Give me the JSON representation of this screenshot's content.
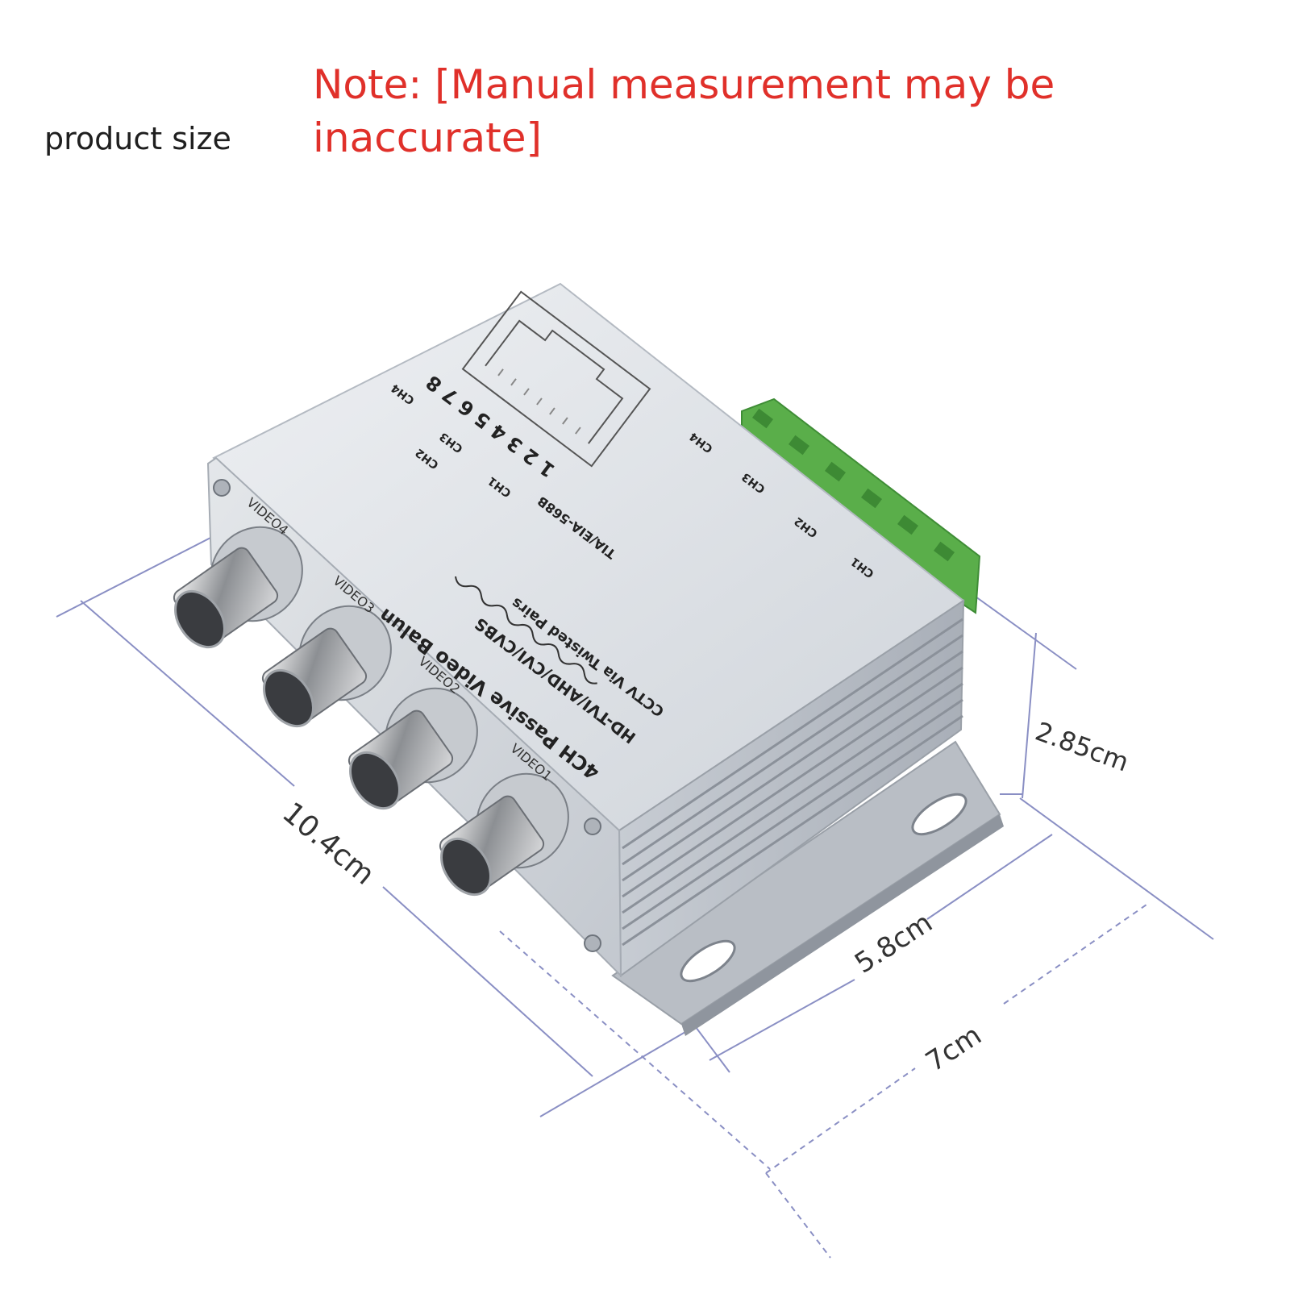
{
  "header": {
    "label": "product size",
    "note": "Note: [Manual measurement may be inaccurate]"
  },
  "device": {
    "print_lines": [
      "4CH Passive Video Balun",
      "HD-TVI/AHD/CVI/CVBS",
      "CCTV Via Twisted Pairs"
    ],
    "standard": "TIA/EIA-568B",
    "pin_numbers": "1 2 3 4 5 6 7 8",
    "pair_labels": [
      "CH1",
      "CH2",
      "CH3",
      "CH4"
    ],
    "terminal_labels": [
      "CH1",
      "CH2",
      "CH3",
      "CH4"
    ],
    "bnc_labels": [
      "VIDEO1",
      "VIDEO2",
      "VIDEO3",
      "VIDEO4"
    ]
  },
  "dimensions": {
    "length": "10.4cm",
    "height": "2.85cm",
    "width_body": "5.8cm",
    "width_total": "7cm"
  },
  "colors": {
    "note_red": "#e0302a",
    "dimension_line": "#8a8fc4",
    "terminal_green": "#5aae4a",
    "body_silver": "#d9dde2"
  }
}
